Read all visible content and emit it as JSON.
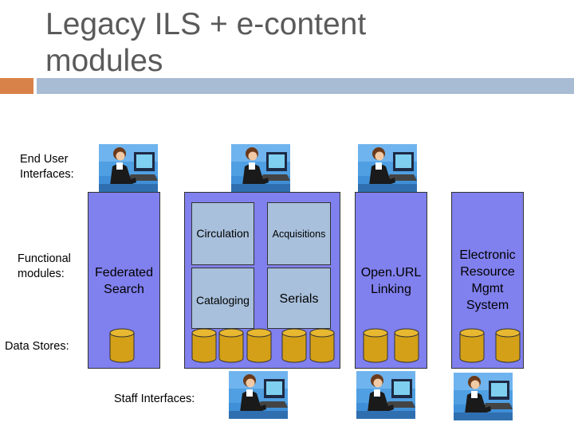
{
  "slide": {
    "title_line1": "Legacy ILS + e-content",
    "title_line2": "modules"
  },
  "row_labels": {
    "end_user_line1": "End User",
    "end_user_line2": "Interfaces:",
    "functional_line1": "Functional",
    "functional_line2": "modules:",
    "data_stores": "Data Stores:",
    "staff": "Staff Interfaces:"
  },
  "modules": {
    "federated_line1": "Federated",
    "federated_line2": "Search",
    "circulation": "Circulation",
    "acquisitions": "Acquisitions",
    "cataloging": "Cataloging",
    "serials": "Serials",
    "openurl_line1": "Open.URL",
    "openurl_line2": "Linking",
    "erms_line1": "Electronic",
    "erms_line2": "Resource",
    "erms_line3": "Mgmt",
    "erms_line4": "System"
  },
  "icons": {
    "user": "user-at-computer-icon",
    "database": "database-cylinder-icon"
  },
  "colors": {
    "module_fill": "#8080ee",
    "submodule_fill": "#a8c0dc",
    "database_fill": "#d4a017",
    "accent_orange": "#d8824a",
    "accent_blue": "#a8bcd4"
  }
}
